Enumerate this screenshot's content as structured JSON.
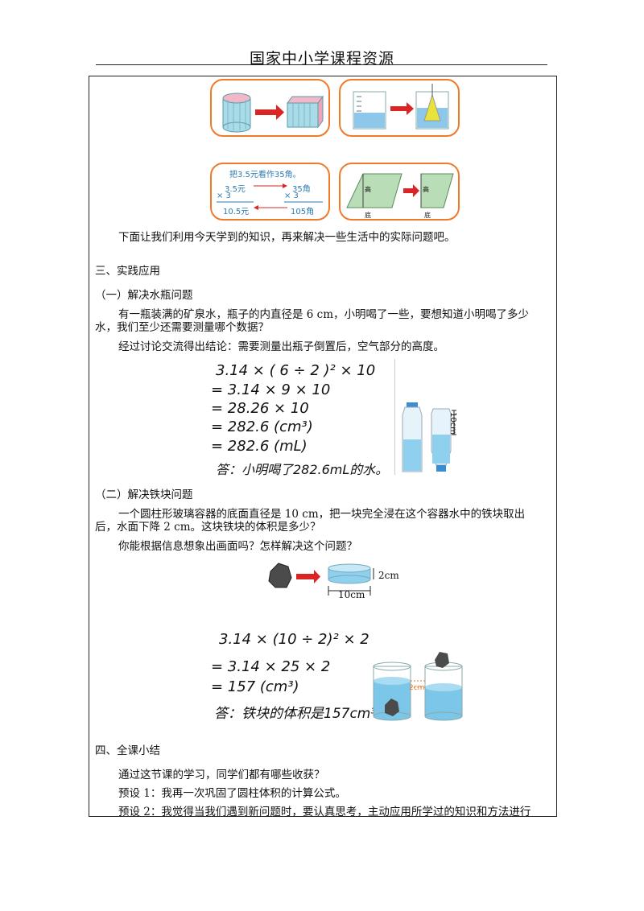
{
  "header": {
    "title": "国家中小学课程资源"
  },
  "cards": {
    "money": {
      "line1": "把3.5元看作35角。",
      "left_top": "3.5元",
      "left_mul": "×    3",
      "left_res": "10.5元",
      "right_top": "35角",
      "right_mul": "×    3",
      "right_res": "105角"
    },
    "parallelogram": {
      "height_left": "高",
      "base_left": "底",
      "height_right": "高",
      "base_right": "底"
    }
  },
  "body": {
    "intro": "下面让我们利用今天学到的知识，再来解决一些生活中的实际问题吧。",
    "section3": "三、实践应用",
    "sub1": "（一）解决水瓶问题",
    "p1a": "有一瓶装满的矿泉水，瓶子的内直径是 6 cm，小明喝了一些，要想知道小明喝了多少",
    "p1b": "水，我们至少还需要测量哪个数据？",
    "p2": "经过讨论交流得出结论：需要测量出瓶子倒置后，空气部分的高度。",
    "calc1": [
      "3.14 × ( 6 ÷ 2 )² × 10",
      "= 3.14 × 9 × 10",
      "= 28.26 × 10",
      "= 282.6   (cm³)",
      "= 282.6   (mL)",
      "答：小明喝了282.6mL的水。"
    ],
    "bottle_label": "10cm",
    "sub2": "（二）解决铁块问题",
    "p3a": "一个圆柱形玻璃容器的底面直径是 10 cm，把一块完全浸在这个容器水中的铁块取出",
    "p3b": "后，水面下降 2 cm。这块铁块的体积是多少？",
    "p4": "你能根据信息想象出画面吗？怎样解决这个问题？",
    "disc_h": "2cm",
    "disc_d": "10cm",
    "calc2": [
      "3.14 × (10 ÷ 2)² × 2",
      "= 3.14 × 25 × 2",
      "= 157 (cm³)",
      "答：铁块的体积是157cm³。"
    ],
    "cyl_label": "2cm",
    "section4": "四、全课小结",
    "p5": "通过这节课的学习，同学们都有哪些收获？",
    "p6": "预设 1：我再一次巩固了圆柱体积的计算公式。",
    "p7": "预设 2：我觉得当我们遇到新问题时，要认真思考，主动应用所学过的知识和方法进行"
  },
  "colors": {
    "card_border": "#f07a2a",
    "arrow": "#d32020",
    "water": "#7cc6ea",
    "text": "#111111"
  }
}
